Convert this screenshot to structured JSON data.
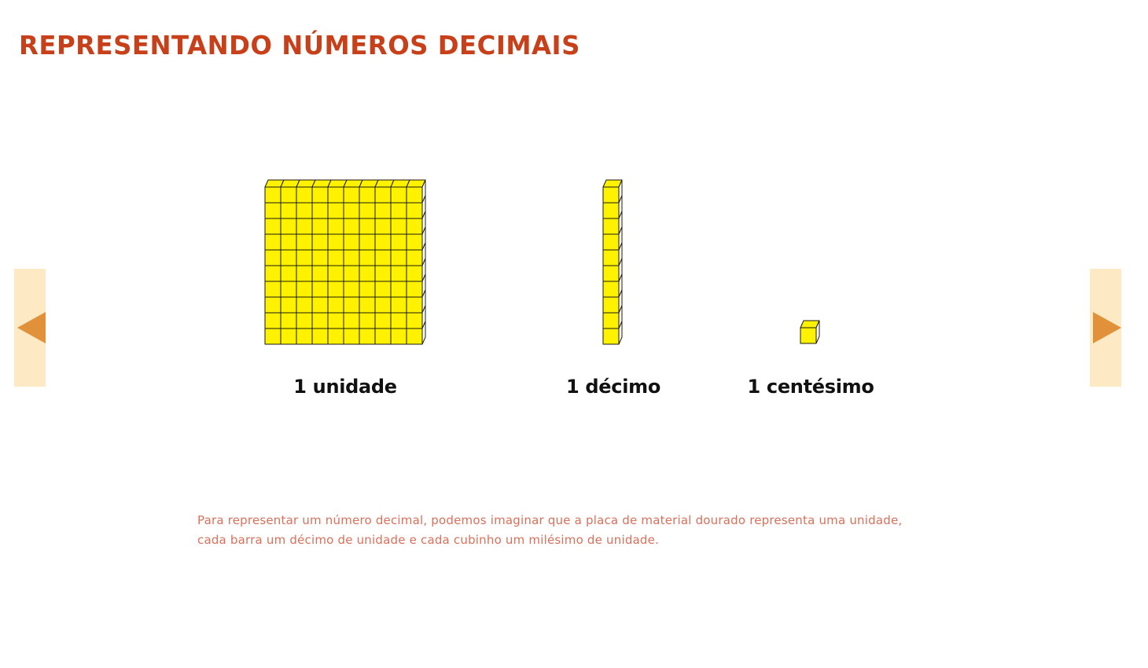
{
  "header": {
    "title": "REPRESENTANDO NÚMEROS DECIMAIS"
  },
  "navigation": {
    "prev_icon": "triangle-left-icon",
    "next_icon": "triangle-right-icon",
    "arrow_color": "#e0913a",
    "panel_color": "#fde9c4"
  },
  "blocks": [
    {
      "label": "1 unidade",
      "kind": "plate",
      "cubes_per_side": 10
    },
    {
      "label": "1 décimo",
      "kind": "bar",
      "cubes": 10
    },
    {
      "label": "1 centésimo",
      "kind": "cube",
      "cubes": 1
    }
  ],
  "colors": {
    "title": "#c8401a",
    "cube_fill": "#fff200",
    "cube_stroke": "#1a1a1a",
    "description": "#d9705a"
  },
  "description": {
    "text": "Para representar um número decimal, podemos imaginar que a placa de material dourado representa uma unidade, cada barra um décimo de unidade e cada cubinho um milésimo de unidade."
  }
}
